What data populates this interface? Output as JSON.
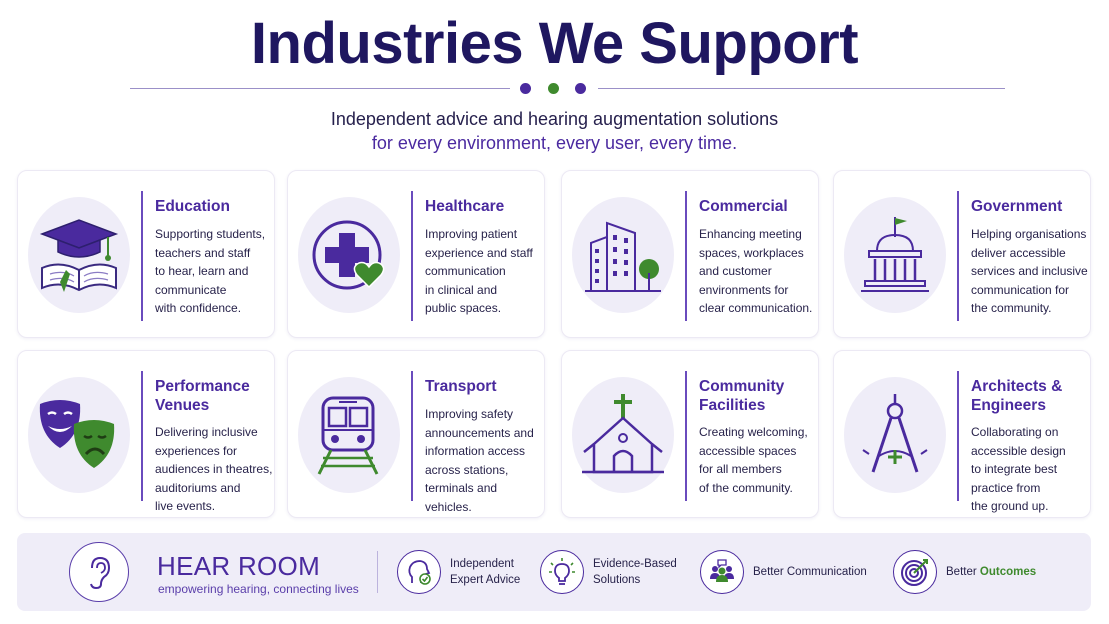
{
  "header": {
    "title": "Industries We Support",
    "subtitle_line1": "Independent advice and hearing augmentation solutions",
    "subtitle_line2": "for every environment, every user, every time."
  },
  "colors": {
    "primary": "#4a2a9e",
    "dark": "#1f1760",
    "accent_green": "#3f8a2e",
    "tint": "#efedf8"
  },
  "industries": [
    {
      "name": "Education",
      "icon": "graduation-cap-book-icon",
      "description": "Supporting students,\nteachers and staff\nto hear, learn and\ncommunicate\nwith confidence."
    },
    {
      "name": "Healthcare",
      "icon": "medical-cross-heart-icon",
      "description": "Improving patient\nexperience and staff\ncommunication\nin clinical and\npublic spaces."
    },
    {
      "name": "Commercial",
      "icon": "office-building-icon",
      "description": "Enhancing meeting\nspaces, workplaces\nand customer\nenvironments for\nclear communication."
    },
    {
      "name": "Government",
      "icon": "government-building-icon",
      "description": "Helping organisations\ndeliver accessible\nservices and inclusive\ncommunication for\nthe community."
    },
    {
      "name": "Performance\nVenues",
      "icon": "theatre-masks-icon",
      "description": "Delivering inclusive\nexperiences for\naudiences in theatres,\nauditoriums and\nlive events."
    },
    {
      "name": "Transport",
      "icon": "train-icon",
      "description": "Improving safety\nannouncements and\ninformation access\nacross stations,\nterminals and vehicles."
    },
    {
      "name": "Community\nFacilities",
      "icon": "church-icon",
      "description": "Creating welcoming,\naccessible spaces\nfor all members\nof the community."
    },
    {
      "name": "Architects &\nEngineers",
      "icon": "drafting-compass-icon",
      "description": "Collaborating on\naccessible design\nto integrate best\npractice from\nthe ground up."
    }
  ],
  "footer": {
    "brand_name": "HEAR ROOM",
    "brand_tagline": "empowering hearing, connecting lives",
    "features": [
      {
        "icon": "expert-advice-icon",
        "label": "Independent\nExpert Advice"
      },
      {
        "icon": "lightbulb-icon",
        "label": "Evidence-Based\nSolutions"
      },
      {
        "icon": "people-group-icon",
        "label": "Better Communication"
      },
      {
        "icon": "target-icon",
        "label_prefix": "Better ",
        "label_highlight": "Outcomes"
      }
    ]
  }
}
